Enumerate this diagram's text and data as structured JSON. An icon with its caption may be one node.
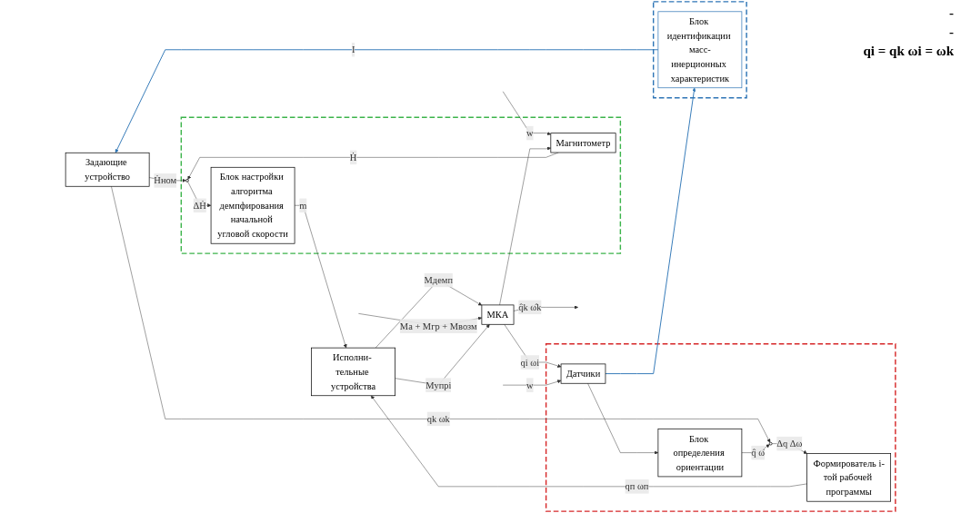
{
  "diagram": {
    "nodes": [
      {
        "text": [
          "Задающие устройство"
        ]
      },
      {
        "text": [],
        "shape": "box"
      },
      {
        "text": [
          "Магнитометр"
        ],
        "in": 1
      },
      {
        "text": [],
        "shape": "circle",
        "in": 1
      },
      {
        "text": [
          "Блок настройки алгоритма демпфирования начальной угловой скорости"
        ],
        "in": 1
      },
      {
        "text": [
          "Исполни- тельные устройства"
        ]
      },
      {
        "text": [
          "МКА"
        ]
      },
      {
        "text": [],
        "shape": "box"
      },
      {
        "text": [],
        "shape": "circle",
        "in": 7
      },
      {
        "text": [
          "Формирователь i-той рабочей программы"
        ],
        "in": 7
      },
      {
        "text": [
          "Блок определения ориентации"
        ],
        "in": 7
      },
      {
        "text": [
          "Датчики"
        ],
        "in": 7
      },
      {
        "text": [],
        "shape": "box"
      },
      {
        "text": [
          "Блок идентификации масс-инерционных характеристик"
        ],
        "in": 12
      }
    ],
    "edges": [
      {
        "from": null,
        "to": 2,
        "arrow": "to",
        "label": "w"
      },
      {
        "from": 2,
        "to": 3,
        "arrow": "to",
        "label": "Ḣ"
      },
      {
        "from": 0,
        "to": 3,
        "arrow": "to",
        "label": "Ḣном"
      },
      {
        "from": 3,
        "to": 4,
        "arrow": "to",
        "label": "ΔḢ"
      },
      {
        "from": 4,
        "to": 5,
        "arrow": "to",
        "label": "m"
      },
      {
        "from": 5,
        "to": 6,
        "arrow": "to",
        "label": "Mдемп"
      },
      {
        "from": null,
        "to": 6,
        "arrow": "to",
        "label": "Ma + Mгр + Mвозм"
      },
      {
        "from": 6,
        "to": null,
        "arrow": "to",
        "label": "q̂k ω̂k"
      },
      {
        "from": 6,
        "to": 2,
        "arrow": "to"
      },
      {
        "from": 0,
        "to": 8,
        "arrow": "to",
        "label": "qk ωk"
      },
      {
        "from": 8,
        "to": 9,
        "arrow": "to",
        "label": "Δq Δω"
      },
      {
        "from": 9,
        "to": 5,
        "arrow": "to",
        "label": "qп ωп"
      },
      {
        "from": 5,
        "to": 6,
        "arrow": "to",
        "label": "Mупрi"
      },
      {
        "from": 6,
        "to": 11,
        "arrow": "to",
        "label": "qi ωi"
      },
      {
        "from": 11,
        "to": 10,
        "arrow": "to"
      },
      {
        "from": 10,
        "to": 8,
        "arrow": "to",
        "label": "q̂ ω̂"
      },
      {
        "from": null,
        "to": 11,
        "arrow": "to",
        "label": "w"
      },
      {
        "from": 11,
        "to": 13,
        "arrow": "to",
        "color": "#2e75b6"
      },
      {
        "from": 13,
        "to": 0,
        "arrow": "to",
        "label": "I",
        "color": "#2e75b6"
      }
    ],
    "labels": [
      "-",
      "-",
      "qi = qk ωi = ωk"
    ]
  }
}
